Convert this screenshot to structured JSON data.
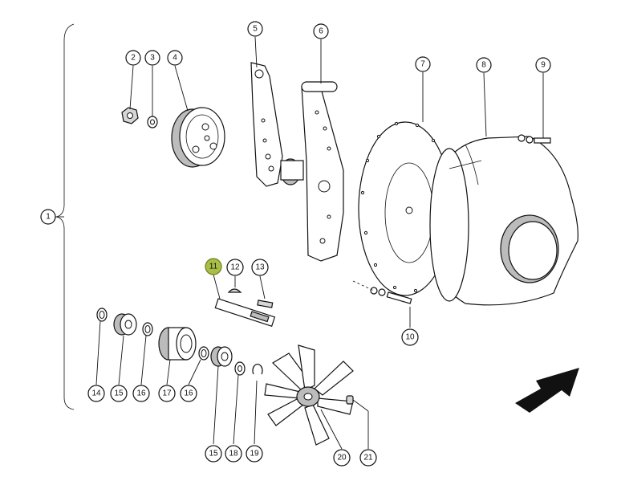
{
  "diagram": {
    "highlighted_part": "11",
    "highlight_color": "#a8be45",
    "labels": {
      "p1": "1",
      "p2": "2",
      "p3": "3",
      "p4": "4",
      "p5": "5",
      "p6": "6",
      "p7": "7",
      "p8": "8",
      "p9": "9",
      "p10": "10",
      "p11": "11",
      "p12": "12",
      "p13": "13",
      "p14": "14",
      "p15a": "15",
      "p15b": "15",
      "p16a": "16",
      "p16b": "16",
      "p17": "17",
      "p18": "18",
      "p19": "19",
      "p20": "20",
      "p21": "21"
    },
    "direction_arrow_icon": "arrow-up-right-icon"
  }
}
